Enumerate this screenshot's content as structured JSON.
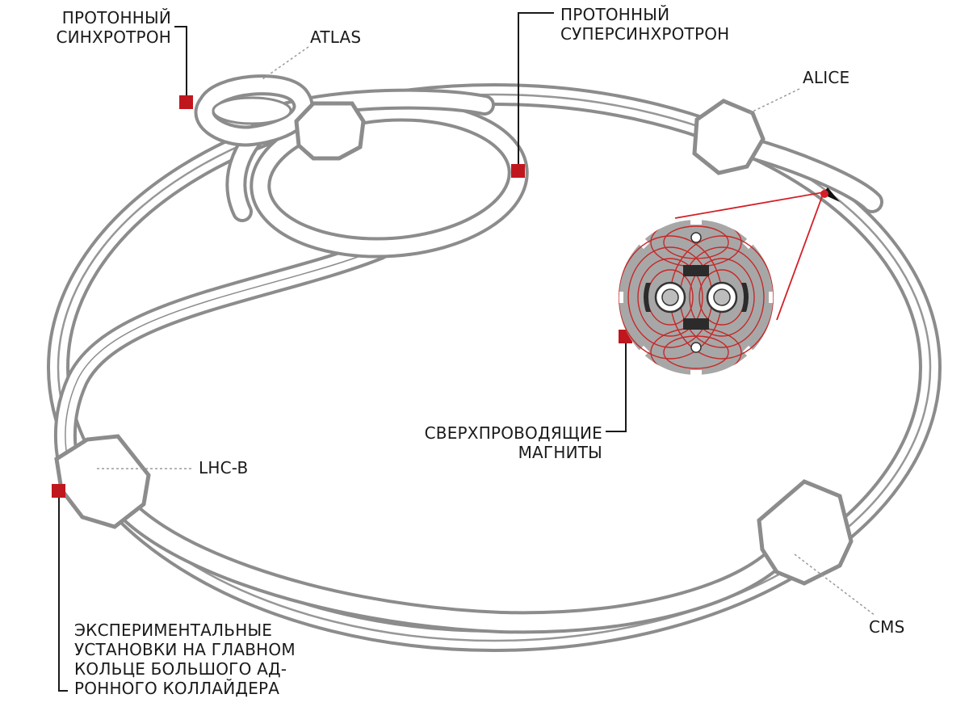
{
  "colors": {
    "tube_outline": "#8c8c8c",
    "tube_fill": "#ffffff",
    "station_outline": "#8c8c8c",
    "station_fill": "#ffffff",
    "marker": "#c0171e",
    "leader": "#1a1a1a",
    "dashed_leader": "#9a9a9a",
    "callout_line": "#d41f26",
    "magnet_body": "#a7a7a7",
    "magnet_field_lines": "#c62828",
    "text": "#1a1a1a"
  },
  "labels": {
    "proton_synchrotron": {
      "line1": "ПРОТОННЫЙ",
      "line2": "СИНХРОТРОН"
    },
    "atlas": "ATLAS",
    "proton_supersynchrotron": {
      "line1": "ПРОТОННЫЙ",
      "line2": "СУПЕРСИНХРОТРОН"
    },
    "alice": "ALICE",
    "superconducting_magnets": {
      "line1": "СВЕРХПРОВОДЯЩИЕ",
      "line2": "МАГНИТЫ"
    },
    "lhcb": "LHC-B",
    "cms": "CMS",
    "experimental_setups": {
      "line1": "ЭКСПЕРИМЕНТАЛЬНЫЕ",
      "line2": "УСТАНОВКИ НА ГЛАВНОМ",
      "line3": "КОЛЬЦЕ БОЛЬШОГО АД-",
      "line4": "РОННОГО КОЛЛАЙДЕРА"
    }
  },
  "icons": {
    "main_ring": "main-ring-icon",
    "sps_ring": "sps-ring-icon",
    "ps_ring": "ps-ring-icon",
    "station": "detector-station-icon",
    "magnet": "magnet-cross-section-icon"
  }
}
